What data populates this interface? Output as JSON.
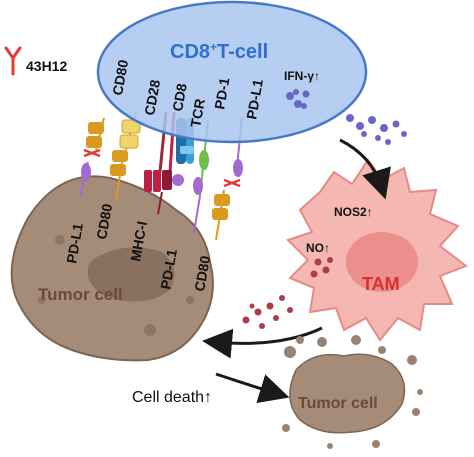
{
  "legend": {
    "antibody_label": "43H12",
    "antibody_icon": "y-antibody-icon"
  },
  "tcell": {
    "title_main": "CD8",
    "title_sup": "+",
    "title_rest": "T-cell",
    "receptors": [
      "CD80",
      "CD28",
      "CD8",
      "TCR",
      "PD-1",
      "PD-L1"
    ],
    "ifn_label": "IFN-γ↑"
  },
  "tumor": {
    "label": "Tumor cell",
    "receptors": [
      "PD-L1",
      "CD80",
      "MHC-I",
      "PD-L1",
      "CD80"
    ]
  },
  "tam": {
    "label": "TAM",
    "nos2_label": "NOS2↑",
    "no_label": "NO↑"
  },
  "outcome": {
    "cell_death_label": "Cell death↑",
    "dead_cell_label": "Tumor cell"
  },
  "colors": {
    "tcell_fill": "#a9c6ee",
    "tcell_stroke": "#4a78c8",
    "tcell_title": "#2f6fd1",
    "tumor_fill": "#a58c78",
    "tumor_label": "#6b4b38",
    "tam_fill": "#f5b7b2",
    "tam_label": "#d9302f",
    "cd80": "#d99a1e",
    "cd28": "#f1d36a",
    "pd1": "#6bbf4a",
    "pdl1": "#a46ad0",
    "mhc": "#c02045",
    "tcr": "#1f6fa6",
    "cd8": "#9a2a3a",
    "antibody": "#e53935",
    "ifn_dots": "#6a66c8",
    "no_dots": "#b03a4a"
  }
}
